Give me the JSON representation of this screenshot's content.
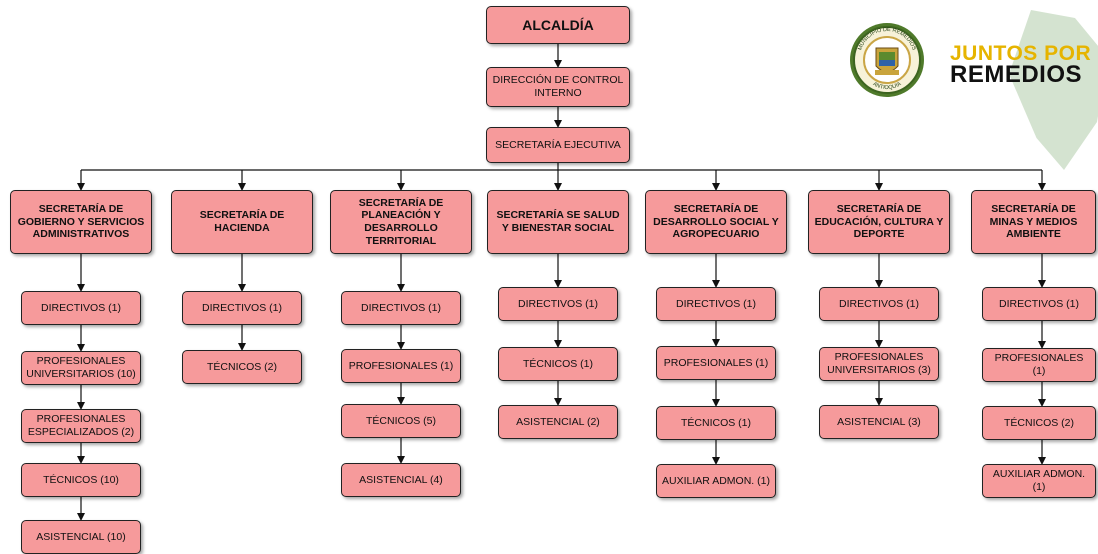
{
  "top": {
    "alcaldia": "ALCALDÍA",
    "control_interno": "DIRECCIÓN DE CONTROL INTERNO",
    "secretaria_ejecutiva": "SECRETARÍA EJECUTIVA"
  },
  "secretarias": [
    {
      "title": "SECRETARÍA DE GOBIERNO Y SERVICIOS ADMINISTRATIVOS",
      "units": [
        "DIRECTIVOS (1)",
        "PROFESIONALES UNIVERSITARIOS (10)",
        "PROFESIONALES ESPECIALIZADOS (2)",
        "TÉCNICOS (10)",
        "ASISTENCIAL (10)"
      ]
    },
    {
      "title": "SECRETARÍA DE HACIENDA",
      "units": [
        "DIRECTIVOS (1)",
        "TÉCNICOS (2)"
      ]
    },
    {
      "title": "SECRETARÍA DE PLANEACIÓN Y DESARROLLO TERRITORIAL",
      "units": [
        "DIRECTIVOS (1)",
        "PROFESIONALES (1)",
        "TÉCNICOS (5)",
        "ASISTENCIAL (4)"
      ]
    },
    {
      "title": "SECRETARÍA SE SALUD Y BIENESTAR SOCIAL",
      "units": [
        "DIRECTIVOS (1)",
        "TÉCNICOS (1)",
        "ASISTENCIAL (2)"
      ]
    },
    {
      "title": "SECRETARÍA DE DESARROLLO SOCIAL Y AGROPECUARIO",
      "units": [
        "DIRECTIVOS (1)",
        "PROFESIONALES (1)",
        "TÉCNICOS (1)",
        "AUXILIAR ADMON. (1)"
      ]
    },
    {
      "title": "SECRETARÍA DE EDUCACIÓN, CULTURA Y DEPORTE",
      "units": [
        "DIRECTIVOS (1)",
        "PROFESIONALES UNIVERSITARIOS (3)",
        "ASISTENCIAL (3)"
      ]
    },
    {
      "title": "SECRETARÍA DE MINAS Y MEDIOS AMBIENTE",
      "units": [
        "DIRECTIVOS (1)",
        "PROFESIONALES (1)",
        "TÉCNICOS (2)",
        "AUXILIAR ADMON. (1)"
      ]
    }
  ],
  "logos": {
    "seal_top": "MUNICIPIO DE REMEDIOS",
    "seal_bottom": "ANTIOQUIA",
    "brand_line1": "JUNTOS POR",
    "brand_line2": "REMEDIOS"
  },
  "colors": {
    "box_fill": "#f69a9b",
    "box_border": "#222222",
    "connector": "#111111",
    "brand_yellow": "#e6b400"
  }
}
